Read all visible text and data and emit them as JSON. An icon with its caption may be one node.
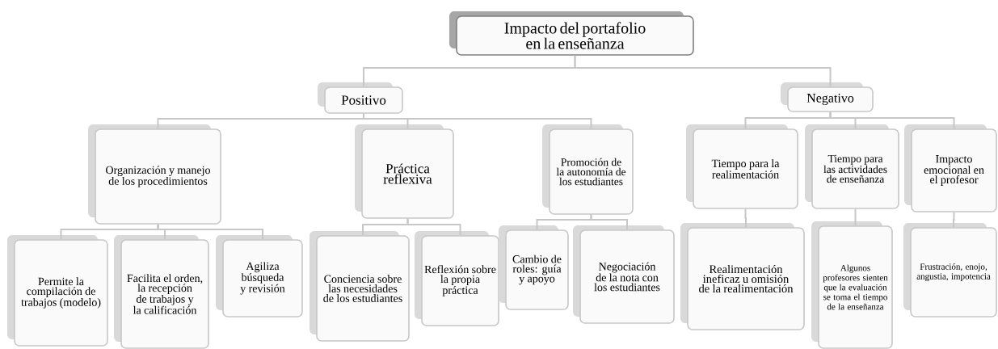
{
  "diagram": {
    "nodes": [
      {
        "text": [
          "Impacto del portafolio en la enseñanza"
        ]
      },
      {
        "text": [
          "Positivo"
        ]
      },
      {
        "text": [
          "Negativo"
        ]
      },
      {
        "text": [
          "Organización y manejo de los procedimientos"
        ]
      },
      {
        "text": [
          "Práctica reflexiva"
        ]
      },
      {
        "text": [
          "Promoción de la autonomía de los estudiantes"
        ]
      },
      {
        "text": [
          "Tiempo para la realimentación"
        ]
      },
      {
        "text": [
          "Tiempo para las actividades de enseñanza"
        ]
      },
      {
        "text": [
          "Impacto emocional en el profesor"
        ]
      },
      {
        "text": [
          "Permite la compilación de trabajos (modelo)"
        ]
      },
      {
        "text": [
          "Facilita el orden, la recepción de trabajos y la calificación"
        ]
      },
      {
        "text": [
          "Agiliza búsqueda y revisión"
        ]
      },
      {
        "text": [
          "Conciencia sobre las necesidades de los estudiantes"
        ]
      },
      {
        "text": [
          "Reflexión sobre la propia práctica"
        ]
      },
      {
        "text": [
          "Cambio de roles: guía y apoyo"
        ]
      },
      {
        "text": [
          "Negociación de la nota con los estudiantes"
        ]
      },
      {
        "text": [
          "Realimentación ineficaz u omisión de la realimentación"
        ]
      },
      {
        "text": [
          "Algunos profesores sienten que la evaluación se toma el tiempo de la enseñanza"
        ]
      },
      {
        "text": [
          "Frustración, enojo, angustia, impotencia"
        ]
      }
    ],
    "edges": [
      {
        "from": 0,
        "to": 1,
        "arrow": "none"
      },
      {
        "from": 0,
        "to": 2,
        "arrow": "none"
      },
      {
        "from": 1,
        "to": 3,
        "arrow": "none"
      },
      {
        "from": 1,
        "to": 4,
        "arrow": "none"
      },
      {
        "from": 1,
        "to": 5,
        "arrow": "none"
      },
      {
        "from": 2,
        "to": 6,
        "arrow": "none"
      },
      {
        "from": 2,
        "to": 7,
        "arrow": "none"
      },
      {
        "from": 2,
        "to": 8,
        "arrow": "none"
      },
      {
        "from": 3,
        "to": 9,
        "arrow": "none"
      },
      {
        "from": 3,
        "to": 10,
        "arrow": "none"
      },
      {
        "from": 3,
        "to": 11,
        "arrow": "none"
      },
      {
        "from": 4,
        "to": 12,
        "arrow": "none"
      },
      {
        "from": 4,
        "to": 13,
        "arrow": "none"
      },
      {
        "from": 5,
        "to": 14,
        "arrow": "none"
      },
      {
        "from": 5,
        "to": 15,
        "arrow": "none"
      },
      {
        "from": 6,
        "to": 16,
        "arrow": "none"
      },
      {
        "from": 7,
        "to": 17,
        "arrow": "none"
      },
      {
        "from": 8,
        "to": 18,
        "arrow": "none"
      }
    ]
  }
}
